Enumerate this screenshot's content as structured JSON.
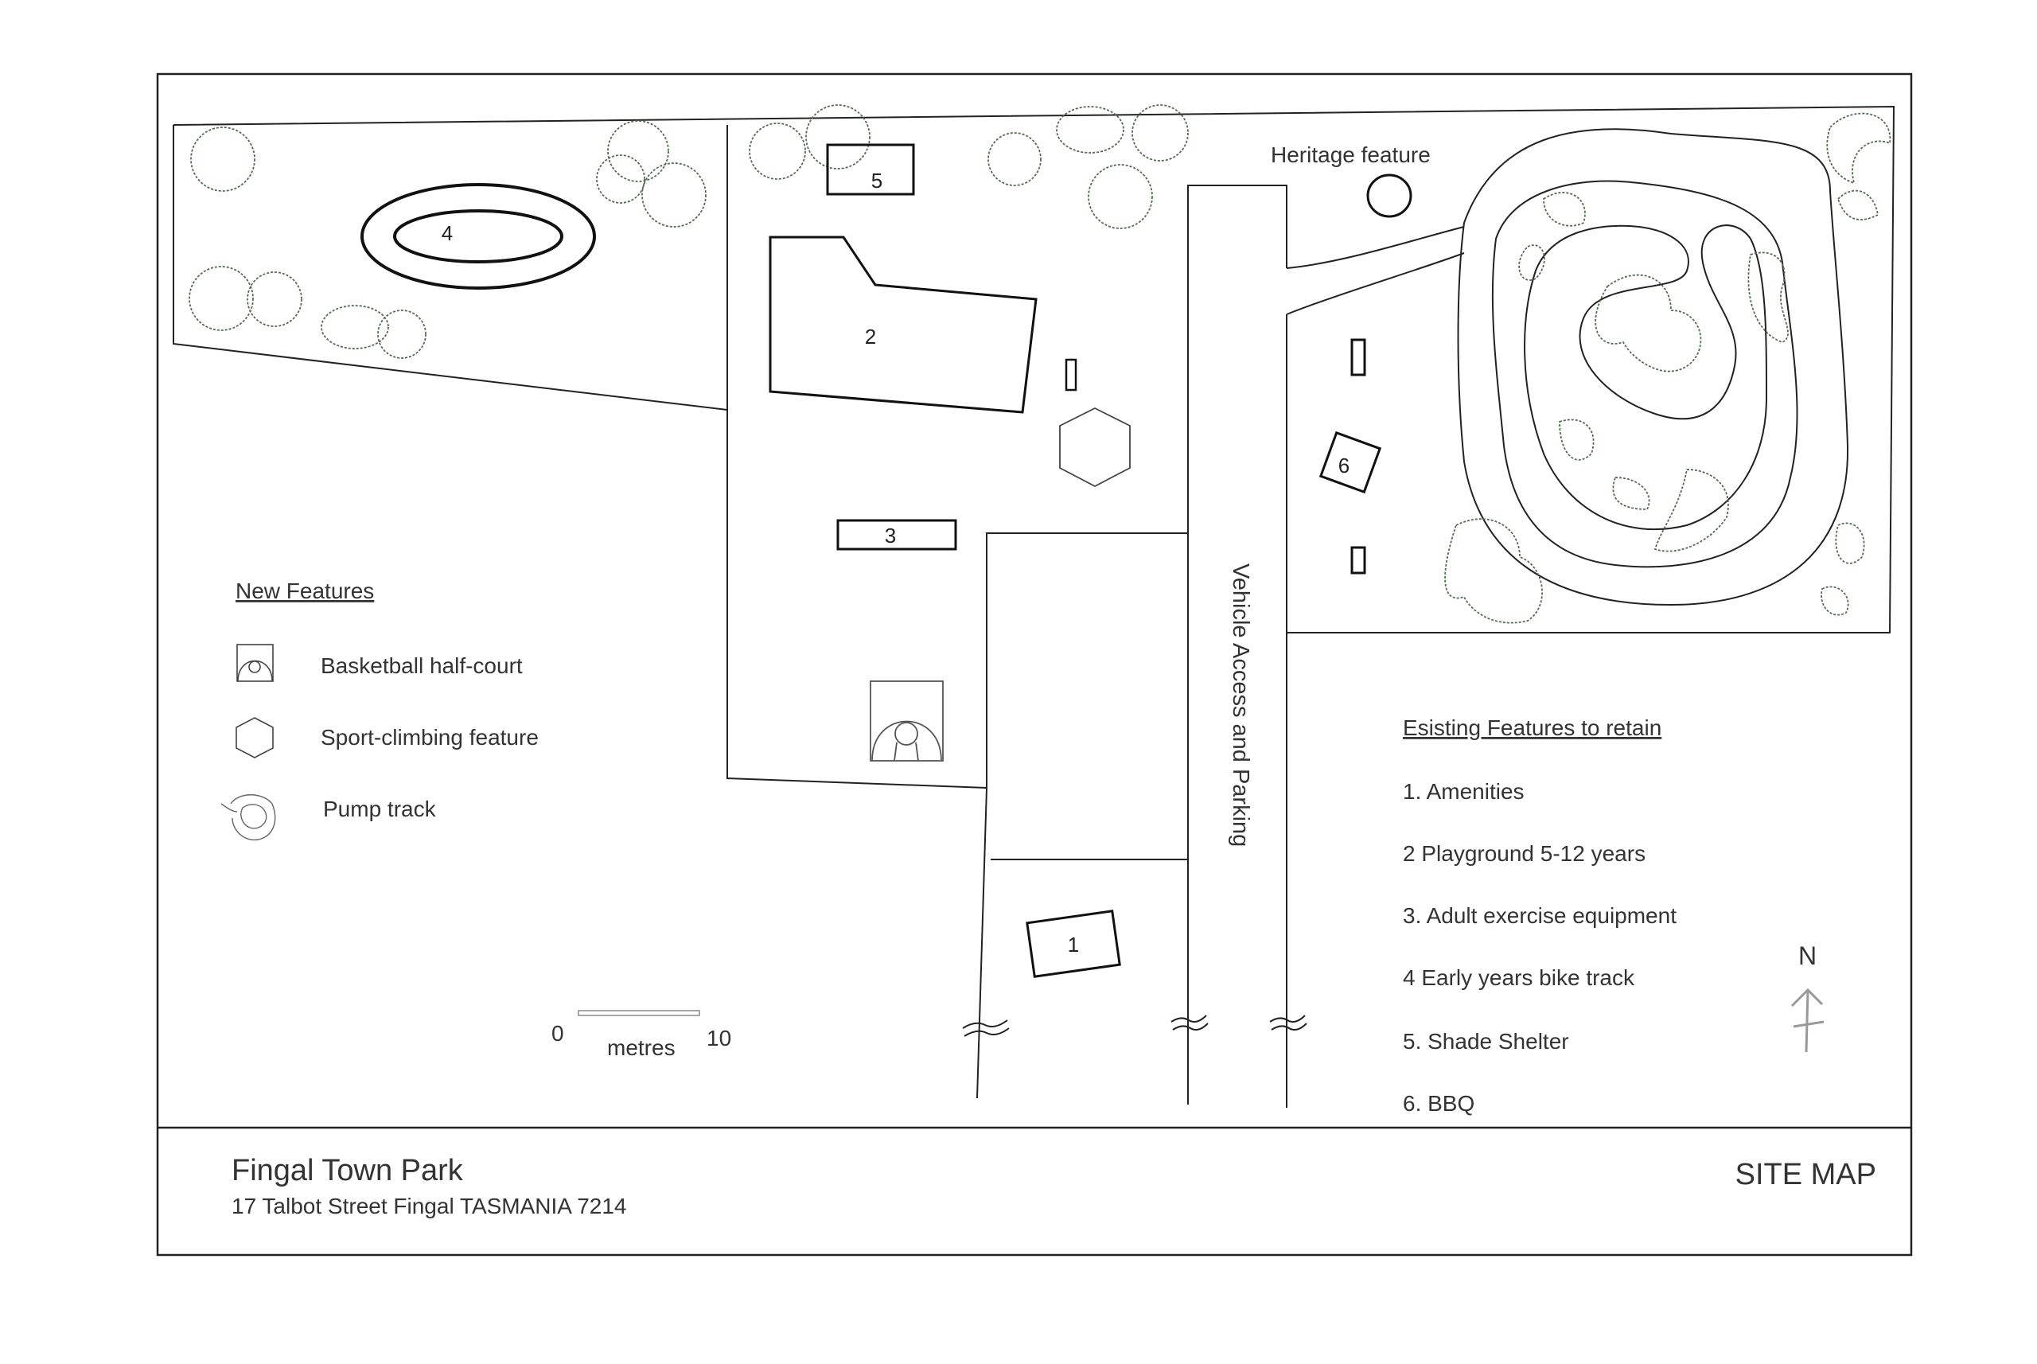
{
  "map": {
    "heritage_label": "Heritage feature",
    "vehicle_label": "Vehicle Access and Parking",
    "feature_numbers": [
      "1",
      "2",
      "3",
      "4",
      "5",
      "6"
    ],
    "north_label": "N"
  },
  "new_features": {
    "heading": "New Features",
    "items": [
      {
        "label": "Basketball half-court",
        "icon": "basketball-court-icon"
      },
      {
        "label": "Sport-climbing feature",
        "icon": "hexagon-icon"
      },
      {
        "label": "Pump track",
        "icon": "pump-track-icon"
      }
    ]
  },
  "existing_features": {
    "heading": "Esisting Features to retain",
    "items": [
      "1. Amenities",
      "2  Playground 5-12 years",
      "3. Adult exercise equipment",
      "4  Early years bike track",
      "5. Shade Shelter",
      "6. BBQ"
    ]
  },
  "scale": {
    "start": "0",
    "end": "10",
    "unit": "metres"
  },
  "title_block": {
    "title": "Fingal Town Park",
    "address": "17 Talbot Street Fingal TASMANIA 7214",
    "sheet": "SITE MAP"
  },
  "colors": {
    "line": "#111111",
    "tree": "#556b55",
    "text": "#333333"
  }
}
